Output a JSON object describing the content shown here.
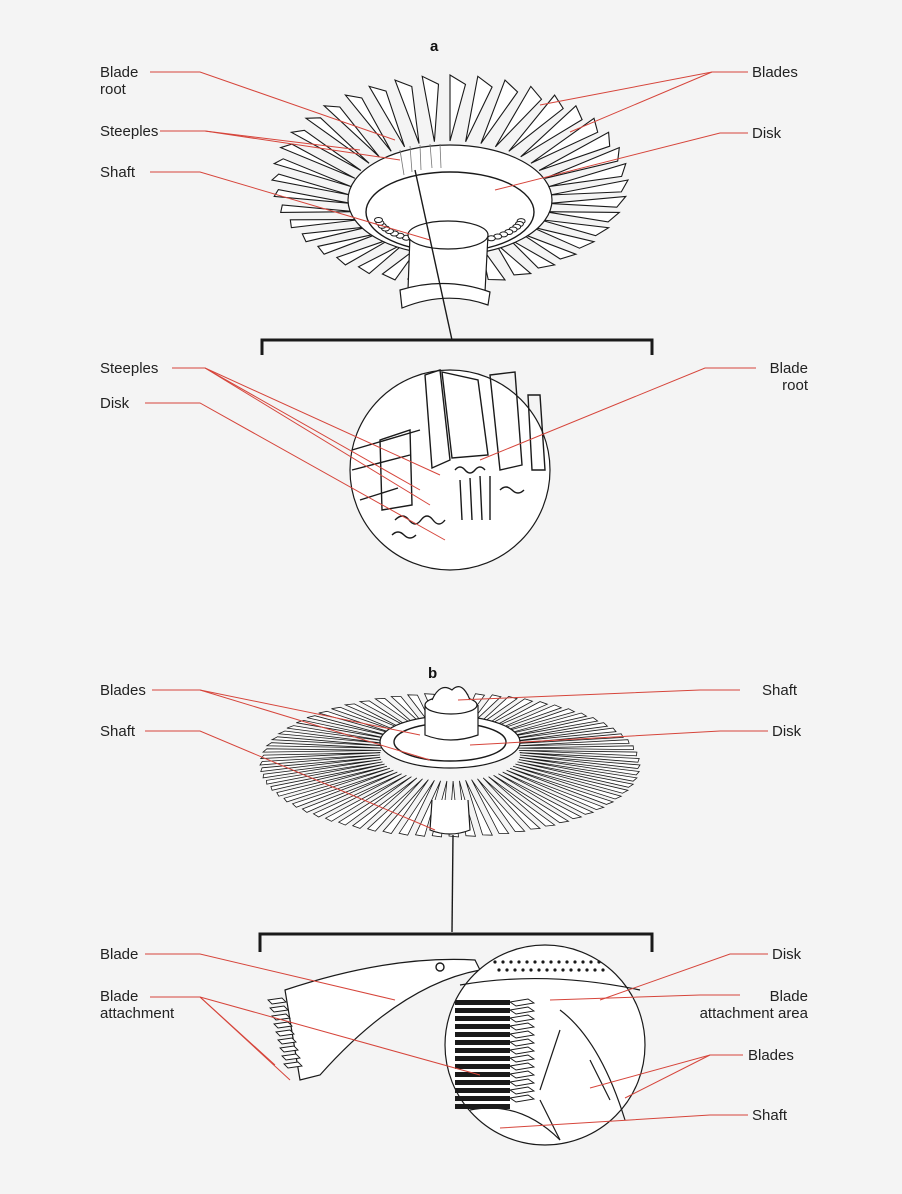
{
  "panel_a": {
    "letter": "a",
    "labels": {
      "blade_root": "Blade\nroot",
      "steeples": "Steeples",
      "shaft": "Shaft",
      "blades": "Blades",
      "disk": "Disk"
    },
    "detail_labels": {
      "steeples": "Steeples",
      "disk": "Disk",
      "blade_root": "Blade\nroot"
    }
  },
  "panel_b": {
    "letter": "b",
    "labels": {
      "blades": "Blades",
      "shaft_left": "Shaft",
      "shaft_right": "Shaft",
      "disk": "Disk"
    },
    "detail_labels": {
      "blade": "Blade",
      "blade_attachment": "Blade\nattachment",
      "disk": "Disk",
      "blade_attachment_area": "Blade\nattachment area",
      "blades": "Blades",
      "shaft": "Shaft"
    }
  },
  "colors": {
    "leader": "#d6453b",
    "ink": "#1a1a1a",
    "background": "#f4f4f4"
  }
}
